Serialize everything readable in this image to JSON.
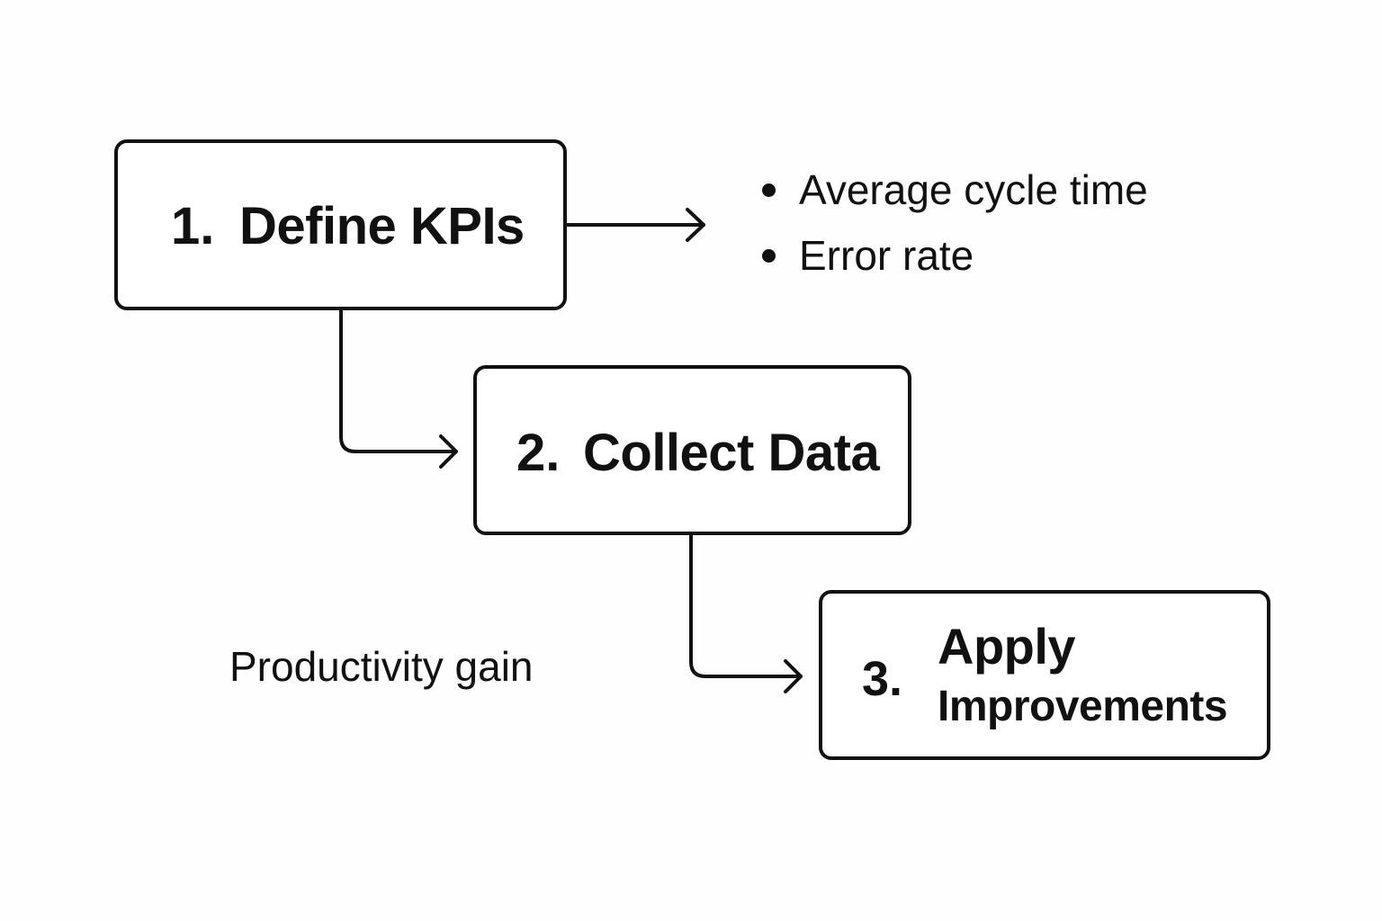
{
  "steps": [
    {
      "number": "1.",
      "label": "Define KPIs"
    },
    {
      "number": "2.",
      "label": "Collect Data"
    },
    {
      "number": "3.",
      "label_line1": "Apply",
      "label_line2": "Improvements"
    }
  ],
  "kpi_examples": [
    "Average cycle time",
    "Error rate"
  ],
  "note": "Productivity gain",
  "colors": {
    "stroke": "#111111",
    "background": "#fefefe"
  }
}
